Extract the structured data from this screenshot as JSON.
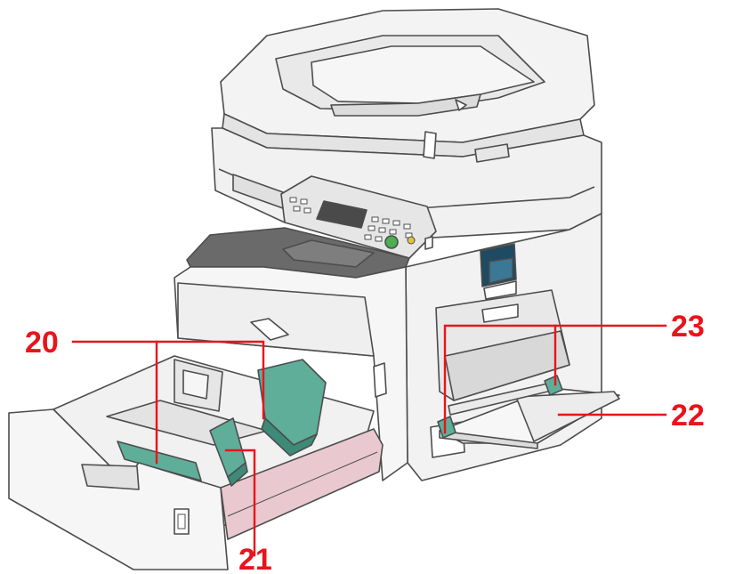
{
  "diagram": {
    "callouts": [
      {
        "id": "20",
        "label": "20"
      },
      {
        "id": "21",
        "label": "21"
      },
      {
        "id": "22",
        "label": "22"
      },
      {
        "id": "23",
        "label": "23"
      }
    ]
  },
  "colors": {
    "callout": "#e8141c",
    "outline": "#4d4d4d",
    "body": "#f4f4f4",
    "body_shade": "#e2e2e2",
    "dark": "#6a6a6a",
    "guide": "#5fae9a",
    "guide_dark": "#3d8a78",
    "tray_pink": "#e9c9cf",
    "screen": "#4a4a4a",
    "green_button": "#4caf50"
  }
}
